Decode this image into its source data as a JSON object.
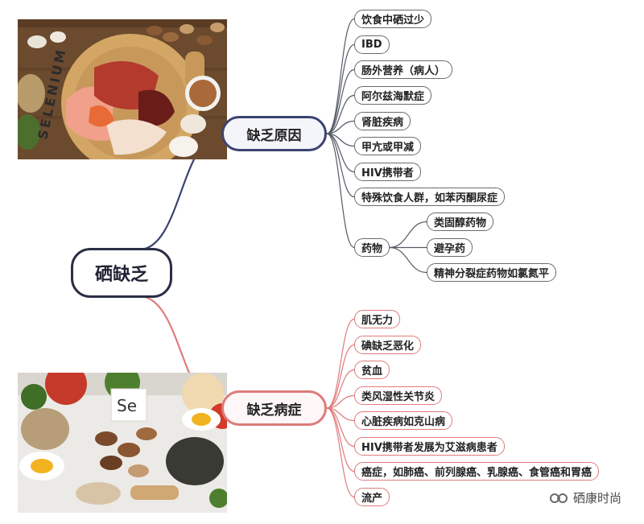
{
  "root": {
    "label": "硒缺乏"
  },
  "branches": [
    {
      "label": "缺乏原因",
      "children": [
        {
          "label": "饮食中硒过少"
        },
        {
          "label": "IBD"
        },
        {
          "label": "肠外营养（病人）"
        },
        {
          "label": "阿尔兹海默症"
        },
        {
          "label": "肾脏疾病"
        },
        {
          "label": "甲亢或甲减"
        },
        {
          "label": "HIV携带者"
        },
        {
          "label": "特殊饮食人群，如苯丙酮尿症"
        },
        {
          "label": "药物",
          "children": [
            {
              "label": "类固醇药物"
            },
            {
              "label": "避孕药"
            },
            {
              "label": "精神分裂症药物如氯氮平"
            }
          ]
        }
      ]
    },
    {
      "label": "缺乏病症",
      "children": [
        {
          "label": "肌无力"
        },
        {
          "label": "碘缺乏恶化"
        },
        {
          "label": "贫血"
        },
        {
          "label": "类风湿性关节炎"
        },
        {
          "label": "心脏疾病如克山病"
        },
        {
          "label": "HIV携带者发展为艾滋病患者"
        },
        {
          "label": "癌症，如肺癌、前列腺癌、乳腺癌、食管癌和胃癌"
        },
        {
          "label": "流产"
        }
      ]
    }
  ],
  "photo_top": {
    "board_text": "SELENIUM"
  },
  "photo_bottom": {
    "card_text": "Se"
  },
  "watermark": {
    "text": "硒康时尚",
    "icon": "wechat-official-account-icon"
  },
  "colors": {
    "cause_line": "#3c4470",
    "symptom_line": "#e07b7b"
  }
}
